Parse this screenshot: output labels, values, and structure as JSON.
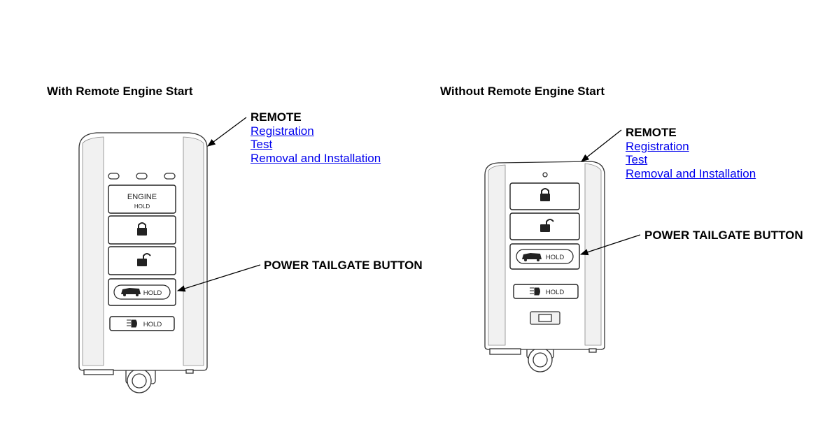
{
  "left": {
    "heading": "With Remote Engine Start",
    "remote": {
      "title": "REMOTE",
      "links": [
        "Registration",
        "Test",
        "Removal and Installation"
      ]
    },
    "button_label": "POWER TAILGATE BUTTON",
    "fob": {
      "engine_label": "ENGINE",
      "engine_sub": "HOLD",
      "tailgate_hold": "HOLD",
      "lights_hold": "HOLD"
    }
  },
  "right": {
    "heading": "Without Remote Engine Start",
    "remote": {
      "title": "REMOTE",
      "links": [
        "Registration",
        "Test",
        "Removal and Installation"
      ]
    },
    "button_label": "POWER TAILGATE BUTTON",
    "fob": {
      "tailgate_hold": "HOLD",
      "lights_hold": "HOLD"
    }
  }
}
